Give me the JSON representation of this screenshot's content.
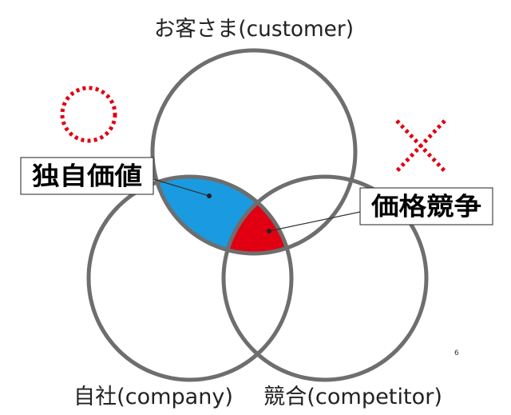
{
  "circles": {
    "customer": {
      "label": "お客さま(customer)"
    },
    "company": {
      "label": "自社(company)"
    },
    "competitor": {
      "label": "競合(competitor)"
    }
  },
  "callouts": {
    "unique_value": {
      "label": "独自価値",
      "fill": "#1a9ae0",
      "marker": "good-circle-icon"
    },
    "price_competition": {
      "label": "価格競争",
      "fill": "#e00012",
      "marker": "bad-cross-icon"
    }
  },
  "colors": {
    "outline": "#6e6e6e",
    "marker": "#e00012"
  },
  "page_number": "6"
}
